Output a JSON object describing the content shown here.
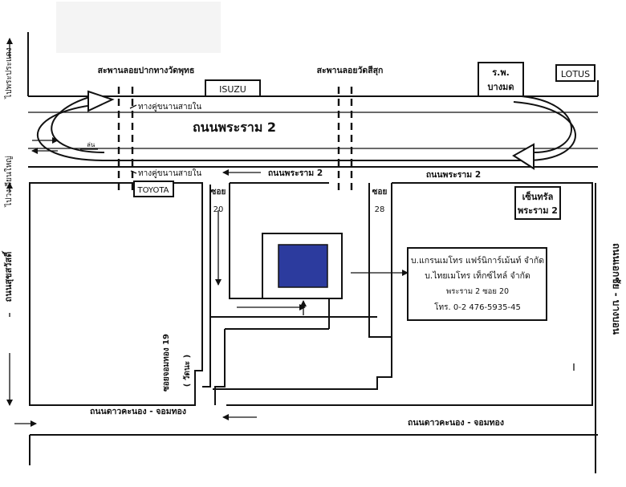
{
  "roads": {
    "rama2_main": "ถนนพระราม 2",
    "rama2_left": "ถนนพระราม 2",
    "rama2_right": "ถนนพระราม 2",
    "frontage_top": "ทางคู่ขนานสายใน",
    "frontage_bottom": "ทางคู่ขนานสายใน",
    "frontage_mid_fragment": "ล่น",
    "dao_khanong_left": "ถนนดาวคะนอง - จอมทอง",
    "dao_khanong_right": "ถนนดาวคะนอง - จอมทอง",
    "suksawat": "ถนนสุขสวัสดิ์",
    "to_pracha_uthit": "ไปพระประแดง",
    "to_wongwian_yai": "ไปวงเวียนใหญ่",
    "ekachai_right": "ถนนเอกชัย - บางบอน",
    "soi_20_label": "ซอย",
    "soi_20_num": "20",
    "soi_28_label": "ซอย",
    "soi_28_num": "28",
    "soi_chomthong": "ซอยจอมทอง 19",
    "soi_chomthong_alt": "( วัดนะ )"
  },
  "bridges": {
    "left": "สะพานลอยปากทางวัดพุทธ",
    "right": "สะพานลอยวัดสีสุก"
  },
  "landmarks": {
    "isuzu": "ISUZU",
    "hospital_1": "ร.พ.",
    "hospital_2": "บางมด",
    "lotus": "LOTUS",
    "toyota": "TOYOTA",
    "central_1": "เซ็นทรัล",
    "central_2": "พระราม 2"
  },
  "company": {
    "name_1": "บ.แกรนเมโทร แฟร์นิการ์เม้นท์ จำกัด",
    "name_2": "บ.ไทยเมโทร เท็กซ์ไทล์ จำกัด",
    "address": "พระราม 2 ซอย 20",
    "phone": "โทร. 0-2 476-5935-45"
  },
  "colors": {
    "building": "#2c3b9e",
    "ink": "#111111"
  }
}
